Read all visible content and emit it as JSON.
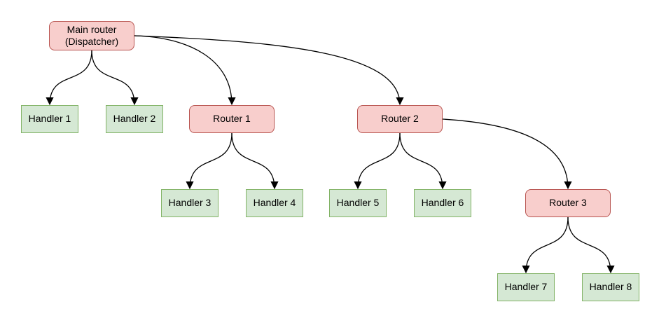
{
  "palette": {
    "canvas_bg": "#ffffff",
    "router_fill": "#f8cecc",
    "router_border": "#b85450",
    "handler_fill": "#d5e8d4",
    "handler_border": "#82b366",
    "edge_color": "#000000",
    "text_color": "#000000"
  },
  "nodes": {
    "main_router": {
      "type": "router",
      "line1": "Main router",
      "line2": "(Dispatcher)"
    },
    "router1": {
      "type": "router",
      "label": "Router 1"
    },
    "router2": {
      "type": "router",
      "label": "Router 2"
    },
    "router3": {
      "type": "router",
      "label": "Router 3"
    },
    "handler1": {
      "type": "handler",
      "label": "Handler 1"
    },
    "handler2": {
      "type": "handler",
      "label": "Handler 2"
    },
    "handler3": {
      "type": "handler",
      "label": "Handler 3"
    },
    "handler4": {
      "type": "handler",
      "label": "Handler 4"
    },
    "handler5": {
      "type": "handler",
      "label": "Handler 5"
    },
    "handler6": {
      "type": "handler",
      "label": "Handler 6"
    },
    "handler7": {
      "type": "handler",
      "label": "Handler 7"
    },
    "handler8": {
      "type": "handler",
      "label": "Handler 8"
    }
  },
  "edges": [
    {
      "from": "main_router",
      "to": "handler1"
    },
    {
      "from": "main_router",
      "to": "handler2"
    },
    {
      "from": "main_router",
      "to": "router1"
    },
    {
      "from": "main_router",
      "to": "router2"
    },
    {
      "from": "router1",
      "to": "handler3"
    },
    {
      "from": "router1",
      "to": "handler4"
    },
    {
      "from": "router2",
      "to": "handler5"
    },
    {
      "from": "router2",
      "to": "handler6"
    },
    {
      "from": "router2",
      "to": "router3"
    },
    {
      "from": "router3",
      "to": "handler7"
    },
    {
      "from": "router3",
      "to": "handler8"
    }
  ]
}
